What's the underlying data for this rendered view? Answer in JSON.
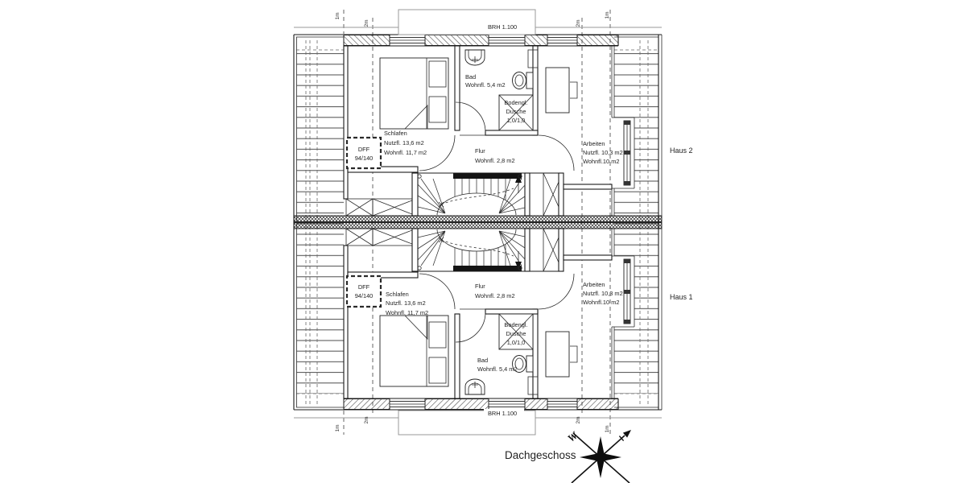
{
  "drawing": {
    "floor_label": "Dachgeschoss",
    "house_top": "Haus 2",
    "house_bottom": "Haus 1",
    "sill_note": "BRH  1.100",
    "compass_west": "W",
    "contour_1m": "1m",
    "contour_2m": "2m"
  },
  "unit": {
    "schlafen": {
      "name": "Schlafen",
      "l1": "Nutzfl. 13,6 m2",
      "l2": "Wohnfl. 11,7 m2"
    },
    "bad": {
      "name": "Bad",
      "l1": "Wohnfl. 5,4 m2"
    },
    "dusche": {
      "l1": "Bodengl.",
      "l2": "Dusche",
      "l3": "1,0/1,0"
    },
    "flur": {
      "name": "Flur",
      "l1": "Wohnfl. 2,8 m2"
    },
    "arbeiten": {
      "name": "Arbeiten",
      "l1": "Nutzfl. 10,3 m2",
      "l2": "Wohnfl.10 m2"
    },
    "dff": {
      "l1": "DFF",
      "l2": "94/140"
    }
  }
}
